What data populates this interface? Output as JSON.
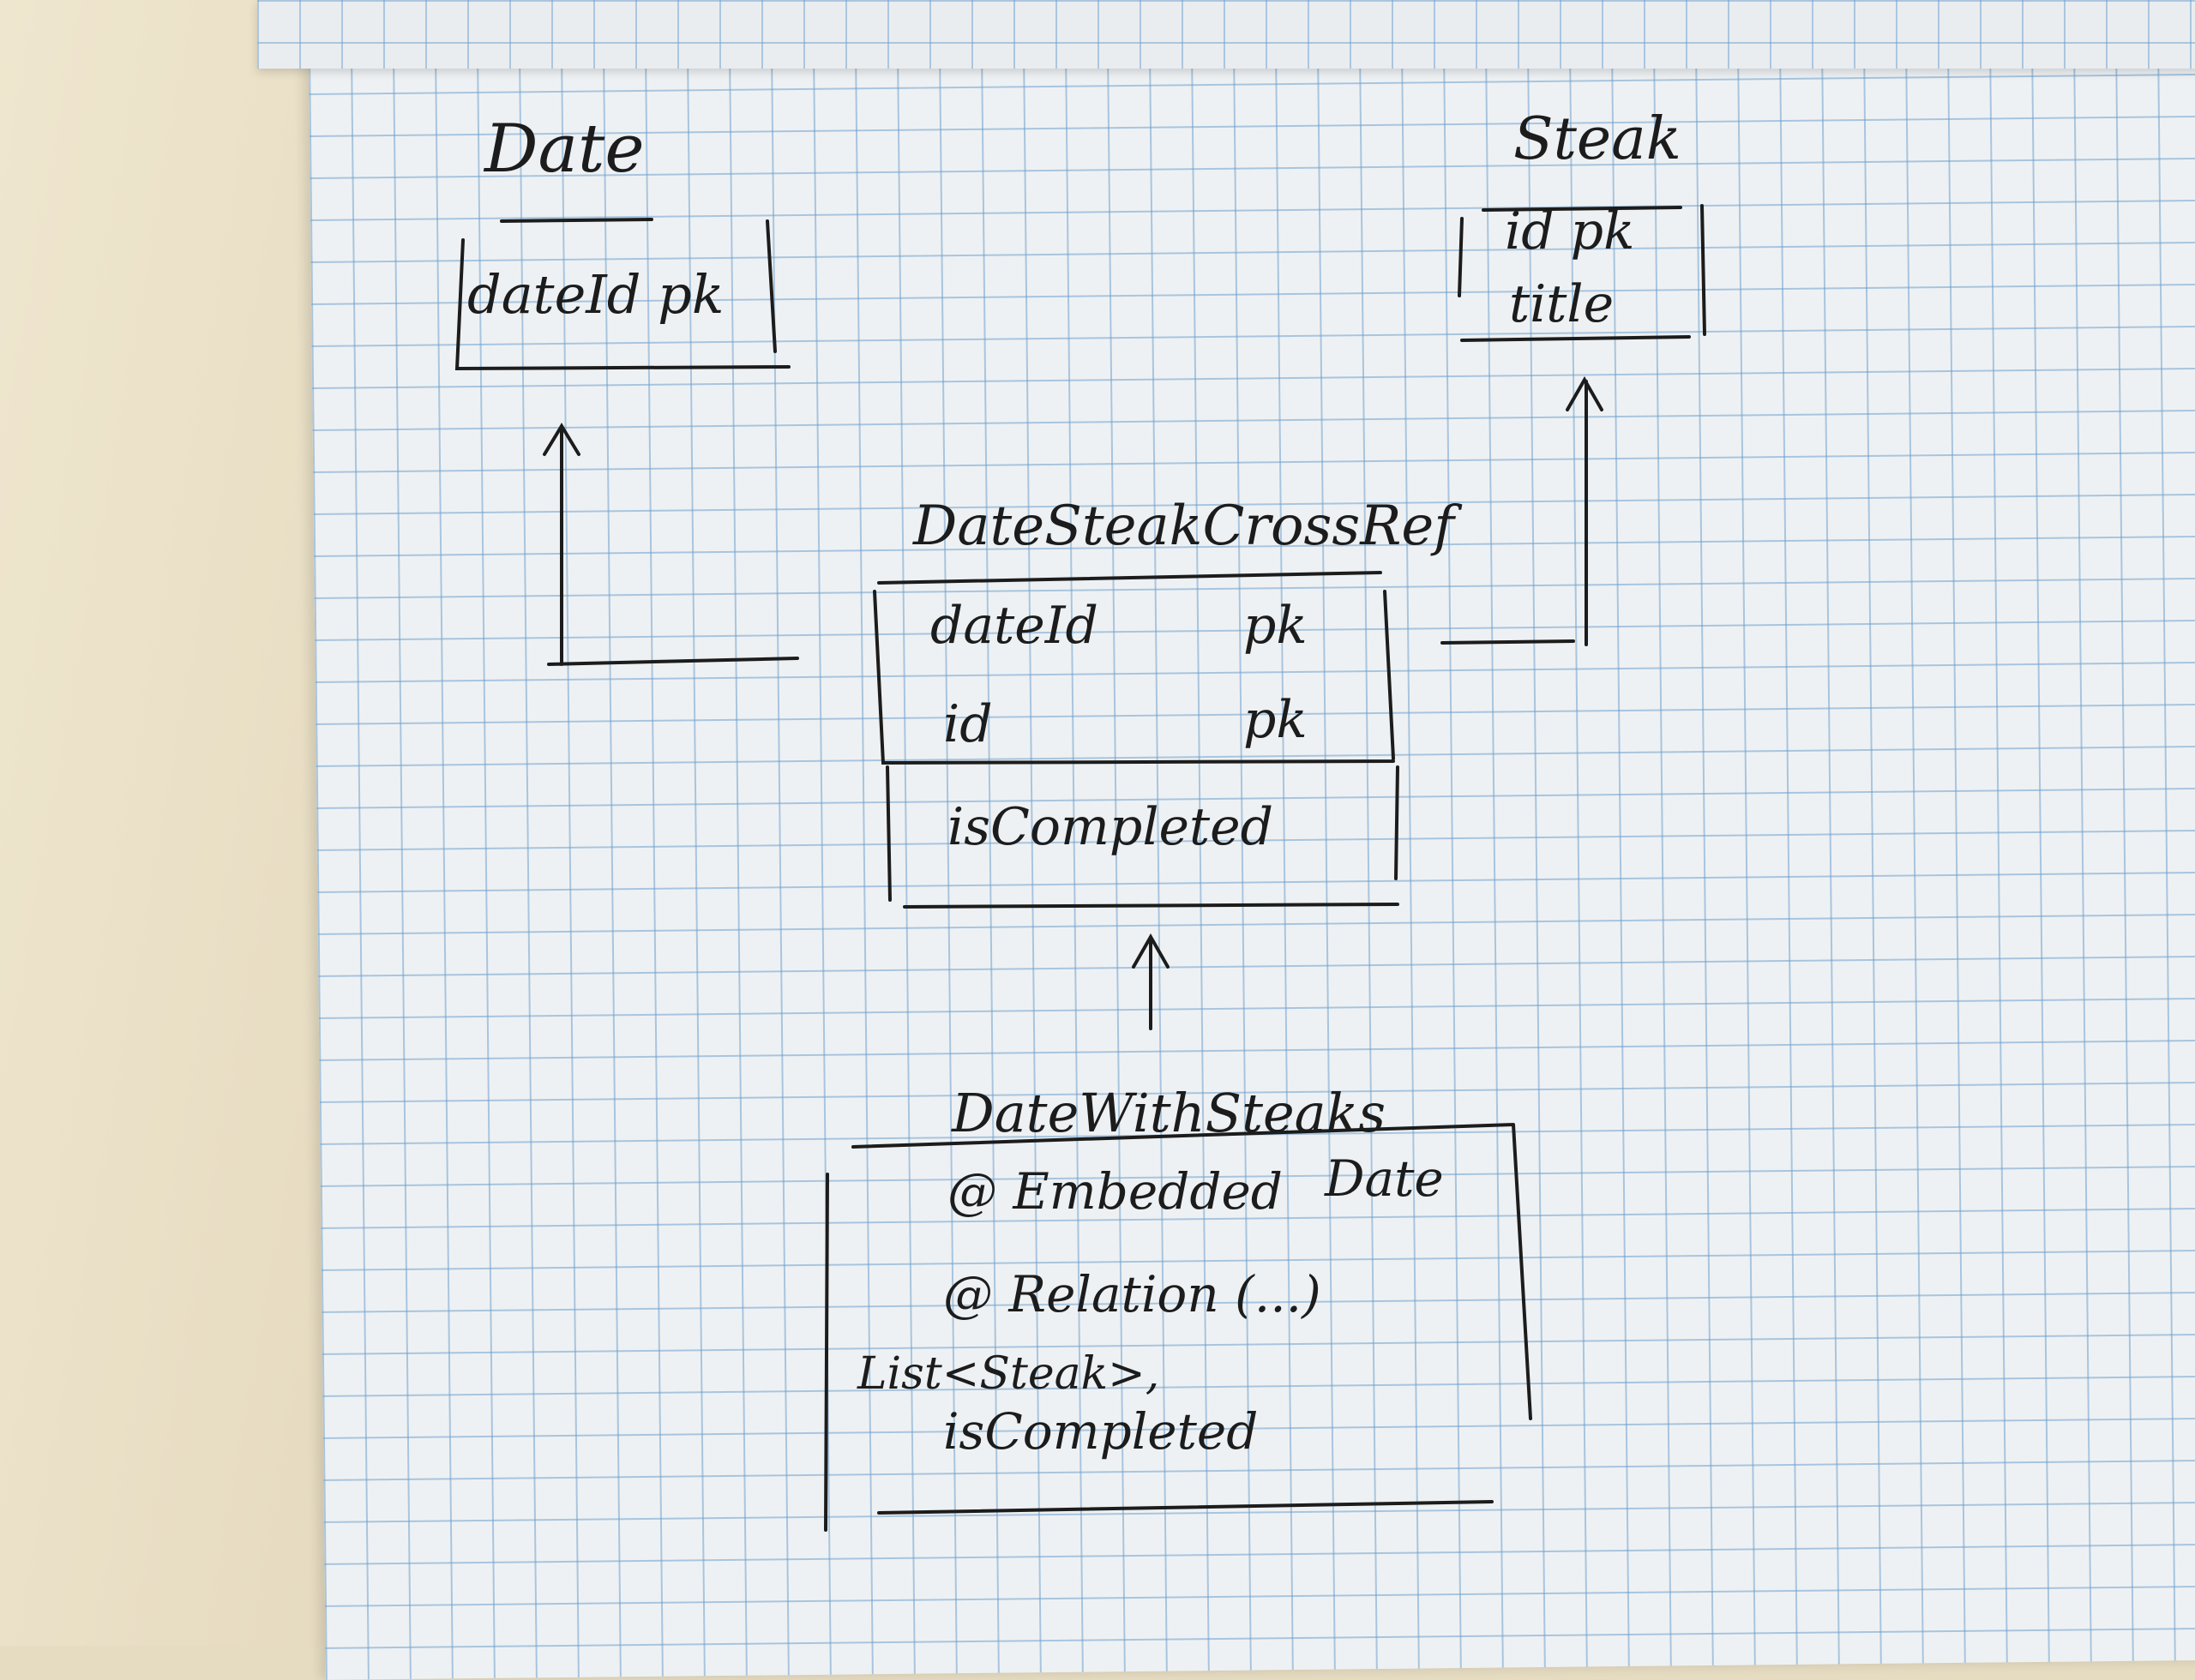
{
  "entities": {
    "date": {
      "title": "Date",
      "fields": [
        "dateId pk"
      ]
    },
    "steak": {
      "title": "Steak",
      "fields": [
        "id pk",
        "title"
      ]
    },
    "cross_ref": {
      "title": "DateSteakCrossRef",
      "key_fields": [
        {
          "name": "dateId",
          "tag": "pk"
        },
        {
          "name": "id",
          "tag": "pk"
        }
      ],
      "fields": [
        "isCompleted"
      ]
    },
    "date_with_steaks": {
      "title": "DateWithSteaks",
      "lines": [
        "@ Embedded",
        "Date",
        "@ Relation (...)",
        "List<Steak>,",
        "isCompleted"
      ]
    }
  }
}
